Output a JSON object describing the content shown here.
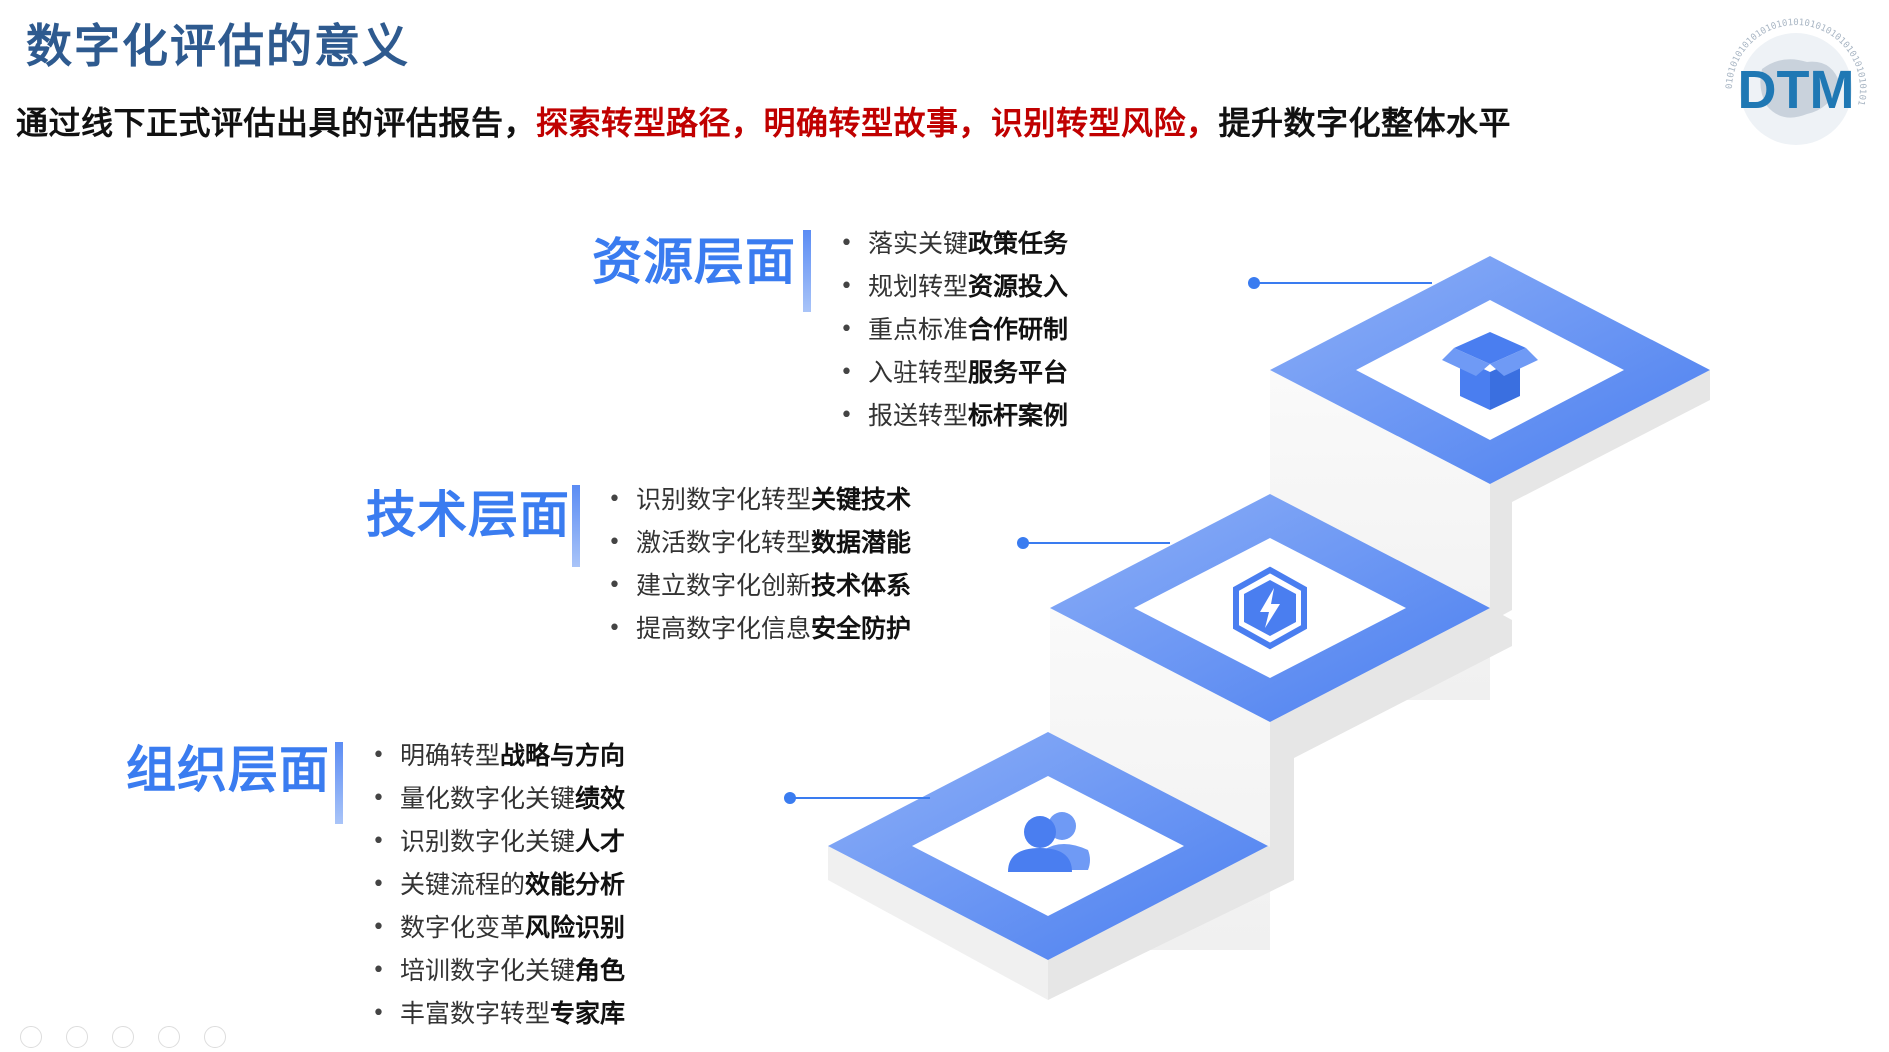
{
  "header": {
    "title": "数字化评估的意义",
    "subtitle": {
      "prefix": "通过线下正式评估出具的评估报告，",
      "highlight": "探索转型路径，明确转型故事，识别转型风险，",
      "suffix": "提升数字化整体水平"
    }
  },
  "logo": {
    "text": "DTM",
    "ring_text": "0101010101010101010101010101010101010101"
  },
  "levels": [
    {
      "title": "资源层面",
      "icon": "box-icon",
      "items": [
        {
          "plain": "落实关键",
          "bold": "政策任务"
        },
        {
          "plain": "规划转型",
          "bold": "资源投入"
        },
        {
          "plain": "重点标准",
          "bold": "合作研制"
        },
        {
          "plain": "入驻转型",
          "bold": "服务平台"
        },
        {
          "plain": "报送转型",
          "bold": "标杆案例"
        }
      ]
    },
    {
      "title": "技术层面",
      "icon": "lightning-hexagon-icon",
      "items": [
        {
          "plain": "识别数字化转型",
          "bold": "关键技术"
        },
        {
          "plain": "激活数字化转型",
          "bold": "数据潜能"
        },
        {
          "plain": "建立数字化创新",
          "bold": "技术体系"
        },
        {
          "plain": "提高数字化信息",
          "bold": "安全防护"
        }
      ]
    },
    {
      "title": "组织层面",
      "icon": "users-icon",
      "items": [
        {
          "plain": "明确转型",
          "bold": "战略与方向"
        },
        {
          "plain": "量化数字化关键",
          "bold": "绩效"
        },
        {
          "plain": "识别数字化关键",
          "bold": "人才"
        },
        {
          "plain": "关键流程的",
          "bold": "效能分析"
        },
        {
          "plain": "数字化变革",
          "bold": "风险识别"
        },
        {
          "plain": "培训数字化关键",
          "bold": "角色"
        },
        {
          "plain": "丰富数字转型",
          "bold": "专家库"
        }
      ]
    }
  ],
  "colors": {
    "title": "#2e5a8f",
    "accent": "#3a7cf0",
    "highlight": "#c00000",
    "step_blue": "#5b8cf4"
  }
}
